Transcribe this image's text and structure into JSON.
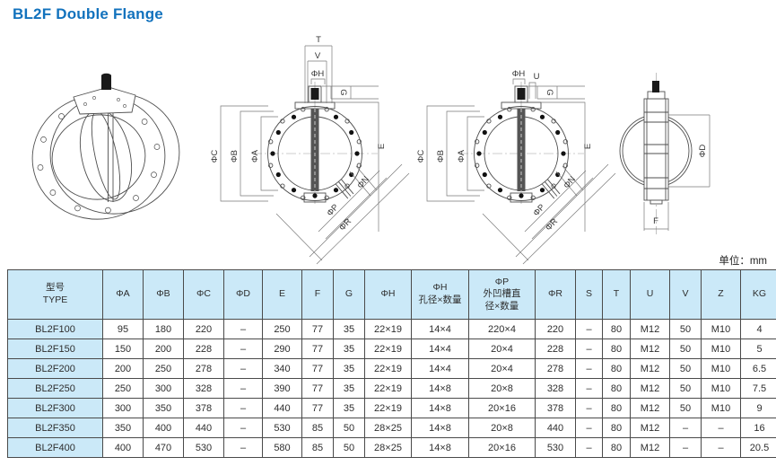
{
  "title": "BL2F Double Flange",
  "unit_label": "单位：mm",
  "accent_color": "#1272bd",
  "header_bg_color": "#cbe9f8",
  "diagram_labels": {
    "front_a": {
      "t": "T",
      "v": "V",
      "phi_h": "ΦH",
      "g": "G",
      "phi_c": "ΦC",
      "phi_b": "ΦB",
      "phi_a": "ΦA",
      "e": "E",
      "phi_n": "ΦN",
      "phi_p": "ΦP",
      "phi_r": "ΦR"
    },
    "front_b": {
      "phi_h": "ΦH",
      "u": "U",
      "g": "G",
      "phi_c": "ΦC",
      "phi_b": "ΦB",
      "phi_a": "ΦA",
      "e": "E",
      "phi_n": "ΦN",
      "phi_p": "ΦP",
      "phi_r": "ΦR"
    },
    "side": {
      "phi_d": "ΦD",
      "f": "F"
    }
  },
  "table": {
    "headers": [
      "型号\nTYPE",
      "ΦA",
      "ΦB",
      "ΦC",
      "ΦD",
      "E",
      "F",
      "G",
      "ΦH",
      "ΦH\n孔径×数量",
      "ΦP\n外凹槽直\n径×数量",
      "ΦR",
      "S",
      "T",
      "U",
      "V",
      "Z",
      "KG"
    ],
    "rows": [
      [
        "BL2F100",
        "95",
        "180",
        "220",
        "–",
        "250",
        "77",
        "35",
        "22×19",
        "14×4",
        "220×4",
        "220",
        "–",
        "80",
        "M12",
        "50",
        "M10",
        "4"
      ],
      [
        "BL2F150",
        "150",
        "200",
        "228",
        "–",
        "290",
        "77",
        "35",
        "22×19",
        "14×4",
        "20×4",
        "228",
        "–",
        "80",
        "M12",
        "50",
        "M10",
        "5"
      ],
      [
        "BL2F200",
        "200",
        "250",
        "278",
        "–",
        "340",
        "77",
        "35",
        "22×19",
        "14×4",
        "20×4",
        "278",
        "–",
        "80",
        "M12",
        "50",
        "M10",
        "6.5"
      ],
      [
        "BL2F250",
        "250",
        "300",
        "328",
        "–",
        "390",
        "77",
        "35",
        "22×19",
        "14×8",
        "20×8",
        "328",
        "–",
        "80",
        "M12",
        "50",
        "M10",
        "7.5"
      ],
      [
        "BL2F300",
        "300",
        "350",
        "378",
        "–",
        "440",
        "77",
        "35",
        "22×19",
        "14×8",
        "20×16",
        "378",
        "–",
        "80",
        "M12",
        "50",
        "M10",
        "9"
      ],
      [
        "BL2F350",
        "350",
        "400",
        "440",
        "–",
        "530",
        "85",
        "50",
        "28×25",
        "14×8",
        "20×8",
        "440",
        "–",
        "80",
        "M12",
        "–",
        "–",
        "16"
      ],
      [
        "BL2F400",
        "400",
        "470",
        "530",
        "–",
        "580",
        "85",
        "50",
        "28×25",
        "14×8",
        "20×16",
        "530",
        "–",
        "80",
        "M12",
        "–",
        "–",
        "20.5"
      ]
    ]
  }
}
